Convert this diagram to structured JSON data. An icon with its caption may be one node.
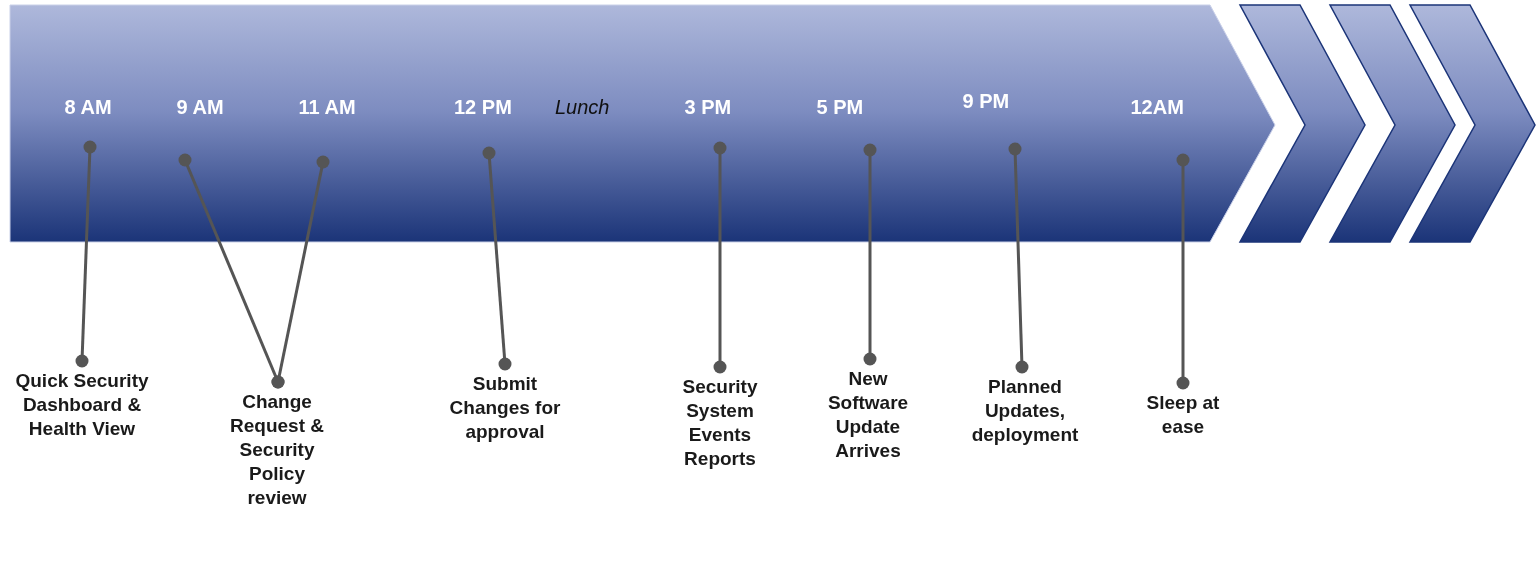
{
  "diagram": {
    "nodes": [
      {
        "text": [
          "8 AM"
        ]
      },
      {
        "text": [
          "9 AM"
        ]
      },
      {
        "text": [
          "11 AM"
        ]
      },
      {
        "text": [
          "12 PM"
        ]
      },
      {
        "text": [
          "3 PM"
        ]
      },
      {
        "text": [
          "5 PM"
        ]
      },
      {
        "text": [
          "9 PM"
        ]
      },
      {
        "text": [
          "12AM"
        ]
      },
      {
        "text": [
          "Quick Security Dashboard & Health View"
        ]
      },
      {
        "text": [
          "Change Request & Security Policy review"
        ]
      },
      {
        "text": [
          "Submit Changes for approval"
        ]
      },
      {
        "text": [
          "Security System Events Reports"
        ]
      },
      {
        "text": [
          "New Software Update Arrives"
        ]
      },
      {
        "text": [
          "Planned Updates, deployment"
        ]
      },
      {
        "text": [
          "Sleep at ease"
        ]
      }
    ],
    "edges": [
      {
        "from": 0,
        "to": 8,
        "arrow": "other"
      },
      {
        "from": 1,
        "to": 9,
        "arrow": "other"
      },
      {
        "from": 2,
        "to": 9,
        "arrow": "other"
      },
      {
        "from": 3,
        "to": 10,
        "arrow": "other"
      },
      {
        "from": 4,
        "to": 11,
        "arrow": "other"
      },
      {
        "from": 5,
        "to": 12,
        "arrow": "other"
      },
      {
        "from": 6,
        "to": 13,
        "arrow": "other"
      },
      {
        "from": 7,
        "to": 14,
        "arrow": "other"
      }
    ],
    "labels": [
      "Lunch"
    ]
  }
}
